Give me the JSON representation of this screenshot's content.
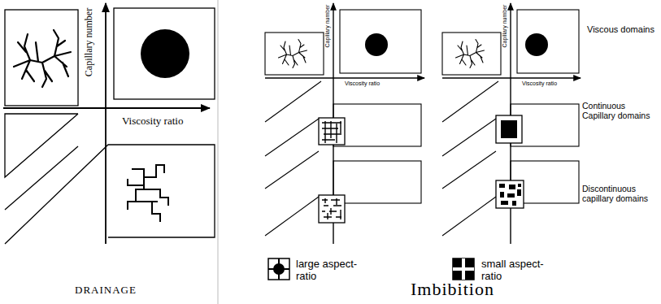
{
  "diagram": {
    "labels": [
      "Capillary number",
      "Viscosity ratio",
      "DRAINAGE",
      "Capillary number",
      "Viscosity ratio",
      "Capillary number",
      "Viscosity ratio",
      "Viscous domains",
      "Continuous Capillary domains",
      "Discontinuous capillary domains",
      "large aspect-ratio",
      "small aspect-ratio",
      "Imbibition"
    ]
  }
}
